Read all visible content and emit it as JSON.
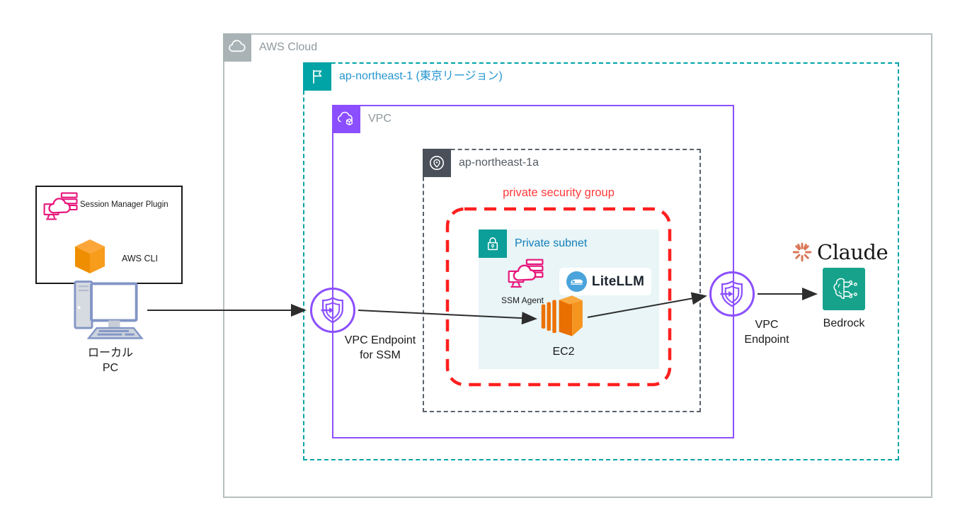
{
  "groups": {
    "aws_cloud": {
      "label": "AWS Cloud"
    },
    "region": {
      "label": "ap-northeast-1 (東京リージョン)"
    },
    "vpc": {
      "label": "VPC"
    },
    "availability_zone": {
      "label": "ap-northeast-1a"
    },
    "security_group": {
      "label": "private security group"
    },
    "private_subnet": {
      "label": "Private subnet"
    },
    "local_pc": {
      "label_line1": "ローカル",
      "label_line2": "PC",
      "tools": [
        {
          "label": "Session Manager Plugin"
        },
        {
          "label": "AWS CLI"
        }
      ]
    }
  },
  "nodes": {
    "ssm_agent": {
      "label": "SSM Agent"
    },
    "litellm": {
      "label": "LiteLLM"
    },
    "ec2": {
      "label": "EC2"
    },
    "vpc_endpoint_ssm": {
      "label_line1": "VPC Endpoint",
      "label_line2": "for SSM"
    },
    "vpc_endpoint_bedrock": {
      "label_line1": "VPC",
      "label_line2": "Endpoint"
    },
    "claude": {
      "label": "Claude"
    },
    "bedrock": {
      "label": "Bedrock"
    }
  },
  "colors": {
    "aws_cloud_gray": "#a9b3b5",
    "region_teal": "#00a4a6",
    "region_label_blue": "#2596cf",
    "vpc_purple": "#8c4fff",
    "az_slate": "#545b64",
    "security_red": "#ff2222",
    "subnet_bg": "#e9f5f7",
    "subnet_icon_teal": "#0c9e98",
    "subnet_label_blue": "#127eba",
    "ssm_pink": "#e7157b",
    "ec2_orange": "#ed7100",
    "cli_orange": "#f79400",
    "litellm_blue": "#4ba3db",
    "bedrock_teal": "#17a38b",
    "claude_coral": "#d97757",
    "arrow_black": "#2d2d2d"
  }
}
